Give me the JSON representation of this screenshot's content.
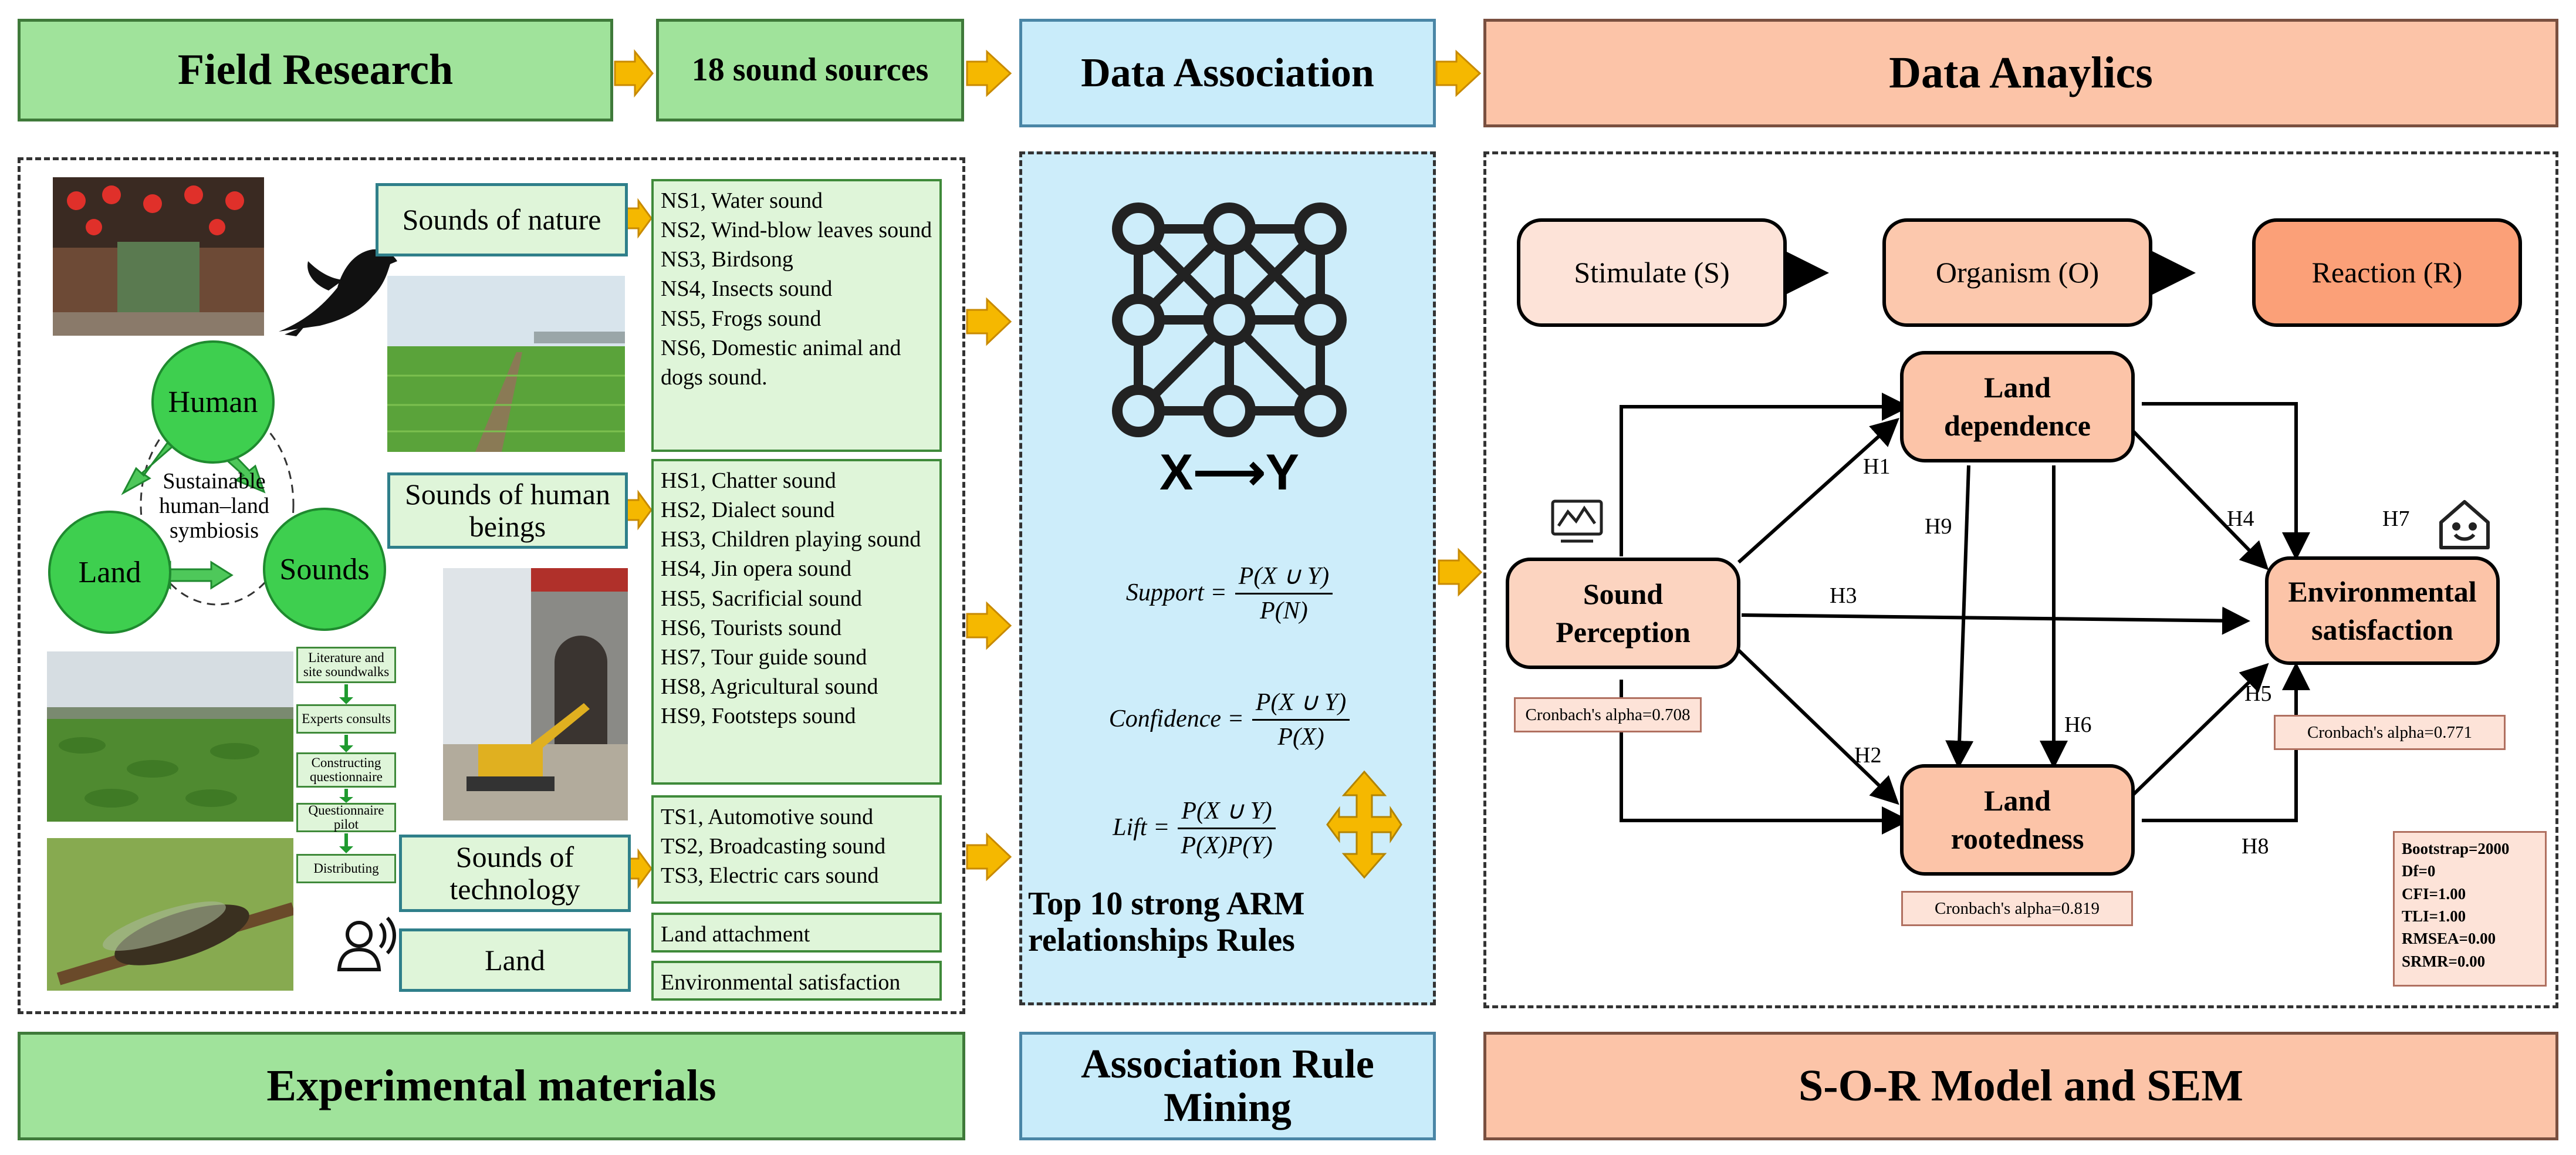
{
  "headers": {
    "field_research": "Field Research",
    "sound_sources": "18 sound sources",
    "data_association": "Data Association",
    "data_analytics": "Data Anaylics"
  },
  "footers": {
    "experimental_materials": "Experimental materials",
    "arm": "Association Rule Mining",
    "sor_sem": "S-O-R  Model and SEM"
  },
  "symbiosis": {
    "human": "Human",
    "land": "Land",
    "sounds": "Sounds",
    "center": "Sustainable human–land symbiosis"
  },
  "process_steps": [
    "Literature and site soundwalks",
    "Experts consults",
    "Constructing questionnaire",
    "Questionnaire pilot",
    "Distributing"
  ],
  "categories": {
    "nature": "Sounds of nature",
    "human": "Sounds of human beings",
    "technology": "Sounds of technology",
    "land": "Land"
  },
  "nature_sounds": [
    "NS1, Water sound",
    "NS2, Wind-blow leaves sound",
    "NS3, Birdsong",
    "NS4, Insects sound",
    "NS5, Frogs sound",
    "NS6, Domestic animal and dogs sound."
  ],
  "human_sounds": [
    "HS1, Chatter sound",
    "HS2, Dialect sound",
    "HS3, Children playing sound",
    "HS4, Jin opera sound",
    "HS5, Sacrificial sound",
    "HS6, Tourists sound",
    "HS7, Tour guide sound",
    "HS8, Agricultural sound",
    "HS9, Footsteps sound"
  ],
  "tech_sounds": [
    "TS1, Automotive sound",
    "TS2, Broadcasting sound",
    "TS3, Electric cars sound"
  ],
  "land_attachment": "Land attachment",
  "env_satisfaction_item": "Environmental satisfaction",
  "arm": {
    "xy_label": "X⟶Y",
    "support_lhs": "Support =",
    "confidence_lhs": "Confidence =",
    "lift_lhs": "Lift =",
    "num_xy": "P(X ∪ Y)",
    "den_n": "P(N)",
    "den_x": "P(X)",
    "den_xy": "P(X)P(Y)",
    "top_rules": "Top 10 strong ARM relationships Rules"
  },
  "sor": {
    "stimulate": "Stimulate (S)",
    "organism": "Organism (O)",
    "reaction": "Reaction (R)",
    "sound_perception": "Sound Perception",
    "land_dependence": "Land dependence",
    "land_rootedness": "Land rootedness",
    "env_satisfaction": "Environmental satisfaction",
    "alpha_sp": "Cronbach's alpha=0.708",
    "alpha_es": "Cronbach's alpha=0.771",
    "alpha_lr": "Cronbach's alpha=0.819",
    "hypotheses": [
      "H1",
      "H2",
      "H3",
      "H4",
      "H5",
      "H6",
      "H7",
      "H8",
      "H9"
    ],
    "fit_stats": [
      "Bootstrap=2000",
      "Df=0",
      "CFI=1.00",
      "TLI=1.00",
      "RMSEA=0.00",
      "SRMR=0.00"
    ]
  },
  "colors": {
    "green_header": "#a0e39b",
    "blue_header": "#c9ecfa",
    "peach_header": "#fcc4a8",
    "arrow": "#f5b800",
    "circle": "#3ecf4f"
  },
  "icons": [
    "bird-icon",
    "network-graph-icon",
    "four-way-arrow-icon",
    "person-speaking-icon",
    "monitor-chart-icon",
    "smiling-house-icon"
  ]
}
